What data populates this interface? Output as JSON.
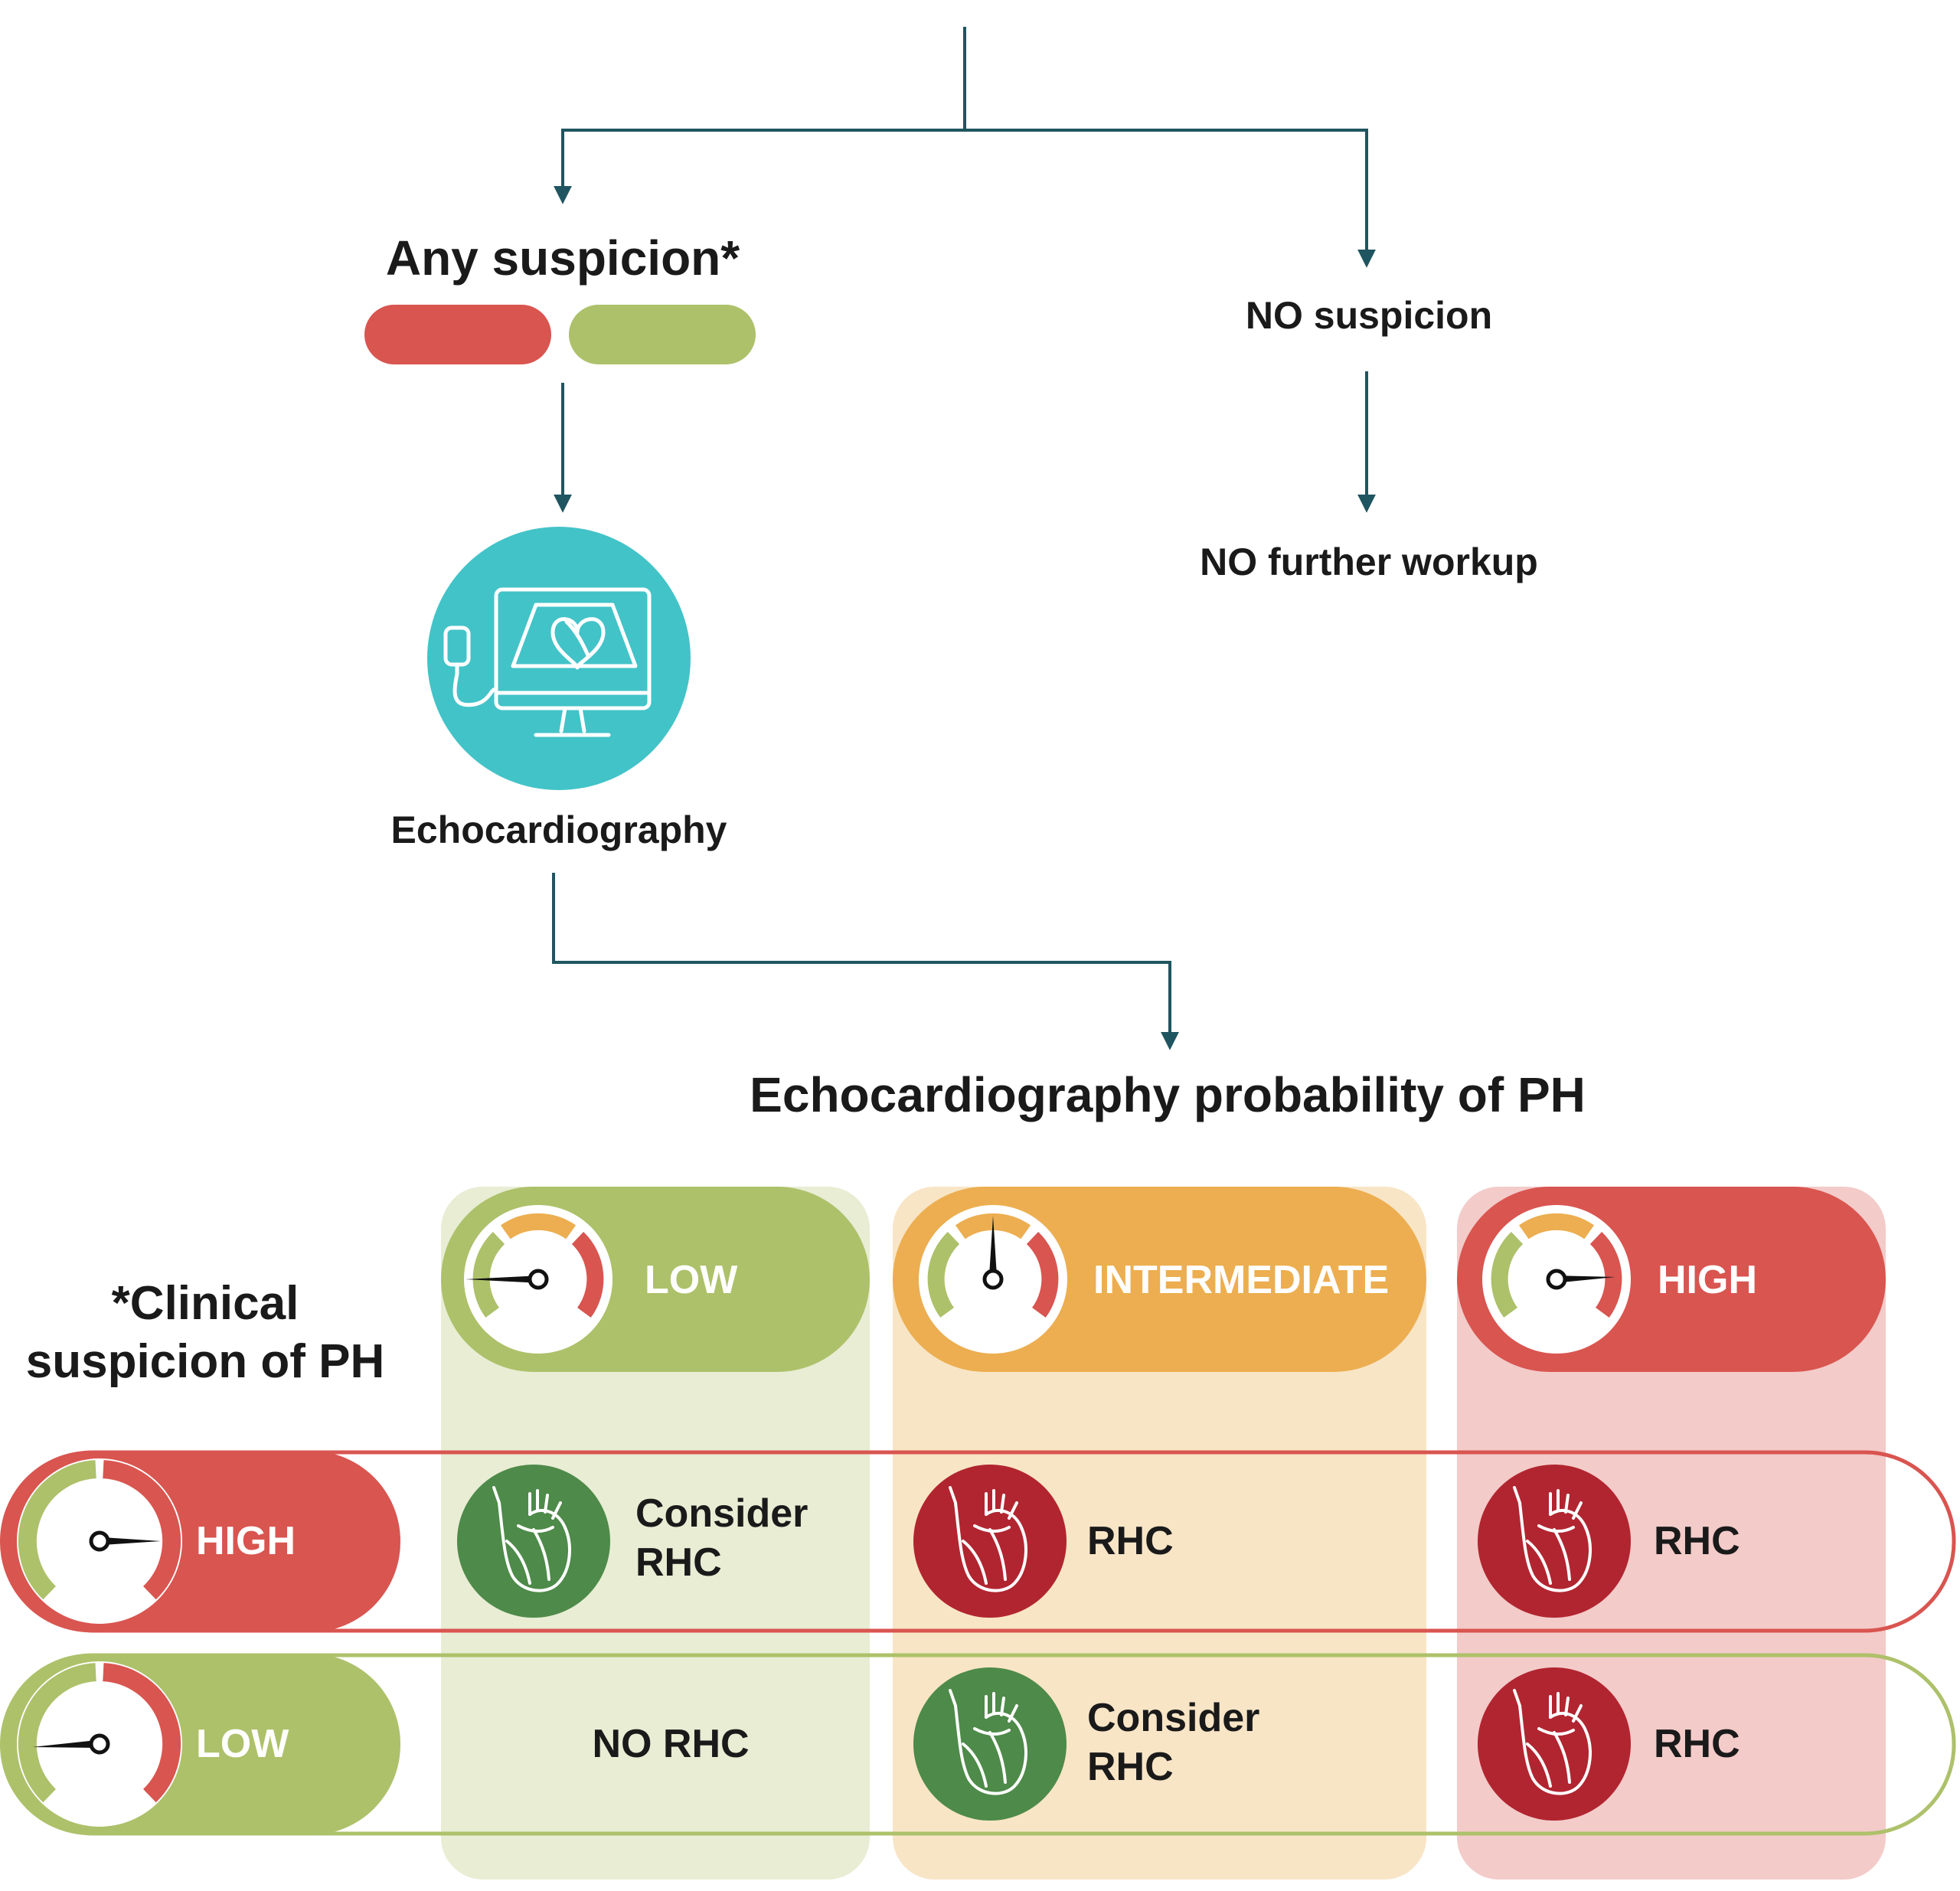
{
  "flow": {
    "any_suspicion": "Any suspicion*",
    "no_suspicion": "NO suspicion",
    "no_further_workup": "NO further workup",
    "echocardiography": "Echocardiography"
  },
  "matrix": {
    "title": "Echocardiography probability of PH",
    "row_header": "*Clinical suspicion of PH",
    "columns": [
      "LOW",
      "INTERMEDIATE",
      "HIGH"
    ],
    "rows": [
      {
        "label": "HIGH",
        "cells": [
          "Consider RHC",
          "RHC",
          "RHC"
        ]
      },
      {
        "label": "LOW",
        "cells": [
          "NO RHC",
          "Consider RHC",
          "RHC"
        ]
      }
    ]
  },
  "colors": {
    "line": "#1f5560",
    "red": "#d95550",
    "green": "#adc16a",
    "orange": "#ecae50",
    "teal": "#42c3c8",
    "dark_green": "#4e8a49",
    "dark_red": "#b12530",
    "light_green": "#e8edd4",
    "light_orange": "#f8e5c6",
    "light_red": "#f3cbc9"
  },
  "icons": [
    "ultrasound-monitor-icon",
    "heart-icon",
    "gauge-icon"
  ]
}
